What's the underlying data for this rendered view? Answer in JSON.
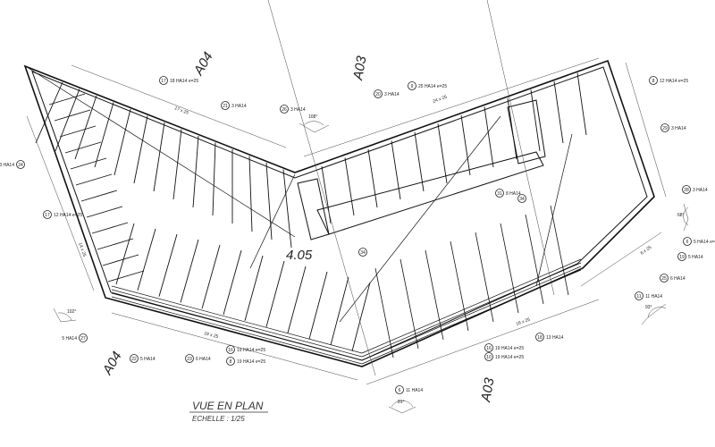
{
  "title": {
    "main": "VUE EN PLAN",
    "scale": "ECHELLE : 1/25"
  },
  "level_mark": "4.05",
  "sections": [
    "A04",
    "A03",
    "A04",
    "A03"
  ],
  "callouts": [
    {
      "num": "17",
      "text": "18 HA14 e=25"
    },
    {
      "num": "21",
      "text": "3 HA14"
    },
    {
      "num": "26",
      "text": "3 HA14"
    },
    {
      "num": "20",
      "text": "3 HA14"
    },
    {
      "num": "9",
      "text": "25 HA14 e=25"
    },
    {
      "num": "8",
      "text": "12 HA14 e=25"
    },
    {
      "num": "29",
      "text": "3 HA14"
    },
    {
      "num": "28",
      "text": "3 HA14"
    },
    {
      "num": "6",
      "text": "5 HA14 e=25"
    },
    {
      "num": "19",
      "text": "5 HA14"
    },
    {
      "num": "25",
      "text": "6 HA14"
    },
    {
      "num": "11",
      "text": "11 HA14"
    },
    {
      "num": "18",
      "text": "13 HA14"
    },
    {
      "num": "16",
      "text": "19 HA14 e=25"
    },
    {
      "num": "10",
      "text": "19 HA14 e=25"
    },
    {
      "num": "6",
      "text": "11 HA14"
    },
    {
      "num": "22",
      "text": "5 HA14"
    },
    {
      "num": "23",
      "text": "6 HA14"
    },
    {
      "num": "16",
      "text": "19 HA14 e=25"
    },
    {
      "num": "8",
      "text": "19 HA14 e=25"
    },
    {
      "num": "27",
      "text": "5 HA14"
    },
    {
      "num": "24",
      "text": "3 HA14"
    },
    {
      "num": "17",
      "text": "12 HA14 e=25"
    },
    {
      "num": "31",
      "text": "8 HA14"
    },
    {
      "num": "34",
      "text": ""
    },
    {
      "num": "34",
      "text": ""
    }
  ],
  "dimensions": [
    "17 x 25",
    "24 x 25",
    "19 x 25",
    "16 x 25",
    "14 x 25",
    "6 x 25"
  ],
  "angles": [
    "108°",
    "81°",
    "93°",
    "102°",
    "68°"
  ]
}
